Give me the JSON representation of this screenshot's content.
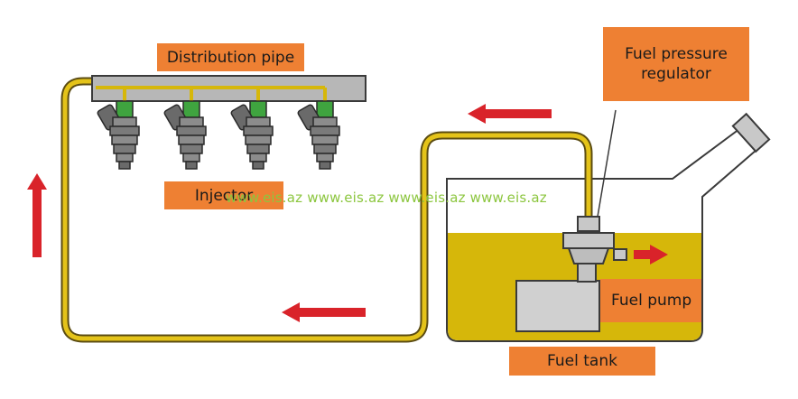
{
  "labels": {
    "distribution_pipe": "Distribution pipe",
    "injector": "Injector",
    "fuel_pressure_regulator": "Fuel pressure\nregulator",
    "fuel_pump": "Fuel pump",
    "fuel_tank": "Fuel tank"
  },
  "watermark": "www.eis.az www.eis.az www.eis.az www.eis.az",
  "colors": {
    "label_fill": "#ee8033",
    "fuel": "#d6b70a",
    "flow_arrow": "#d9232a",
    "rail": "#b7b7b7",
    "pump": "#d0d0d0",
    "watermark": "#8cc63f"
  },
  "icons": {
    "flow_arrow": "red-flow-arrow",
    "injector": "fuel-injector-icon"
  }
}
